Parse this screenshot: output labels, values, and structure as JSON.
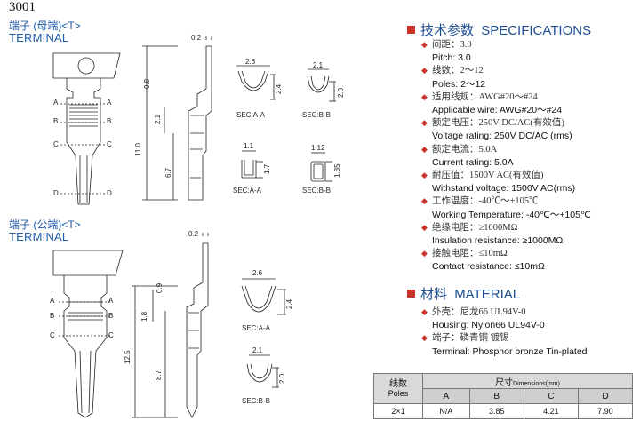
{
  "part_number": "3001",
  "female": {
    "label_cn": "端子 (母端)<T>",
    "label_en": "TERMINAL"
  },
  "male": {
    "label_cn": "端子 (公端)<T>",
    "label_en": "TERMINAL"
  },
  "drawing_labels": {
    "A": "A",
    "B": "B",
    "C": "C",
    "D": "D",
    "f_dims": [
      "0.2",
      "0.8",
      "2.1",
      "11.0",
      "6.7"
    ],
    "m_dims": [
      "0.2",
      "0.9",
      "1.8",
      "12.5",
      "8.7"
    ],
    "f_secs": [
      {
        "top": "2.6",
        "side": "2.4",
        "label": "SEC:A-A"
      },
      {
        "top": "2.1",
        "side": "2.0",
        "label": "SEC:B-B"
      },
      {
        "top": "1.1",
        "side": "1.7",
        "label": "SEC:A-A"
      },
      {
        "top": "1.12",
        "side": "1.35",
        "label": "SEC:B-B"
      }
    ],
    "m_secs": [
      {
        "top": "2.6",
        "side": "2.4",
        "label": "SEC:A-A"
      },
      {
        "top": "2.1",
        "side": "2.0",
        "label": "SEC:B-B"
      }
    ]
  },
  "specifications": {
    "title_cn": "技术参数",
    "title_en": "SPECIFICATIONS",
    "items": [
      {
        "cn": "间距：3.0",
        "en": "Pitch: 3.0"
      },
      {
        "cn": "线数：2～12",
        "en": "Poles: 2～12"
      },
      {
        "cn": "适用线规：AWG#20～#24",
        "en": "Applicable wire: AWG#20～#24"
      },
      {
        "cn": "额定电压：250V DC/AC(有效值)",
        "en": "Voltage rating: 250V DC/AC (rms)"
      },
      {
        "cn": "额定电流：5.0A",
        "en": "Current rating: 5.0A"
      },
      {
        "cn": "耐压值：1500V AC(有效值)",
        "en": "Withstand voltage: 1500V AC(rms)"
      },
      {
        "cn": "工作温度：-40℃～+105℃",
        "en": "Working Temperature: -40℃～+105℃"
      },
      {
        "cn": "绝缘电阻：≥1000MΩ",
        "en": "Insulation resistance: ≥1000MΩ"
      },
      {
        "cn": "接触电阻：≤10mΩ",
        "en": "Contact resistance: ≤10mΩ"
      }
    ]
  },
  "material": {
    "title_cn": "材料",
    "title_en": "MATERIAL",
    "items": [
      {
        "cn": "外壳：尼龙66    UL94V-0",
        "en": "Housing: Nylon66  UL94V-0"
      },
      {
        "cn": "端子：磷青铜  镀锡",
        "en": "Terminal: Phosphor bronze  Tin-plated"
      }
    ]
  },
  "dimensions_table": {
    "poles_cn": "线数",
    "poles_en": "Poles",
    "header_cn": "尺寸",
    "header_en": "Dimensions(mm)",
    "columns": [
      "A",
      "B",
      "C",
      "D"
    ],
    "rows": [
      {
        "poles": "2×1",
        "values": [
          "N/A",
          "3.85",
          "4.21",
          "7.90"
        ]
      }
    ]
  }
}
